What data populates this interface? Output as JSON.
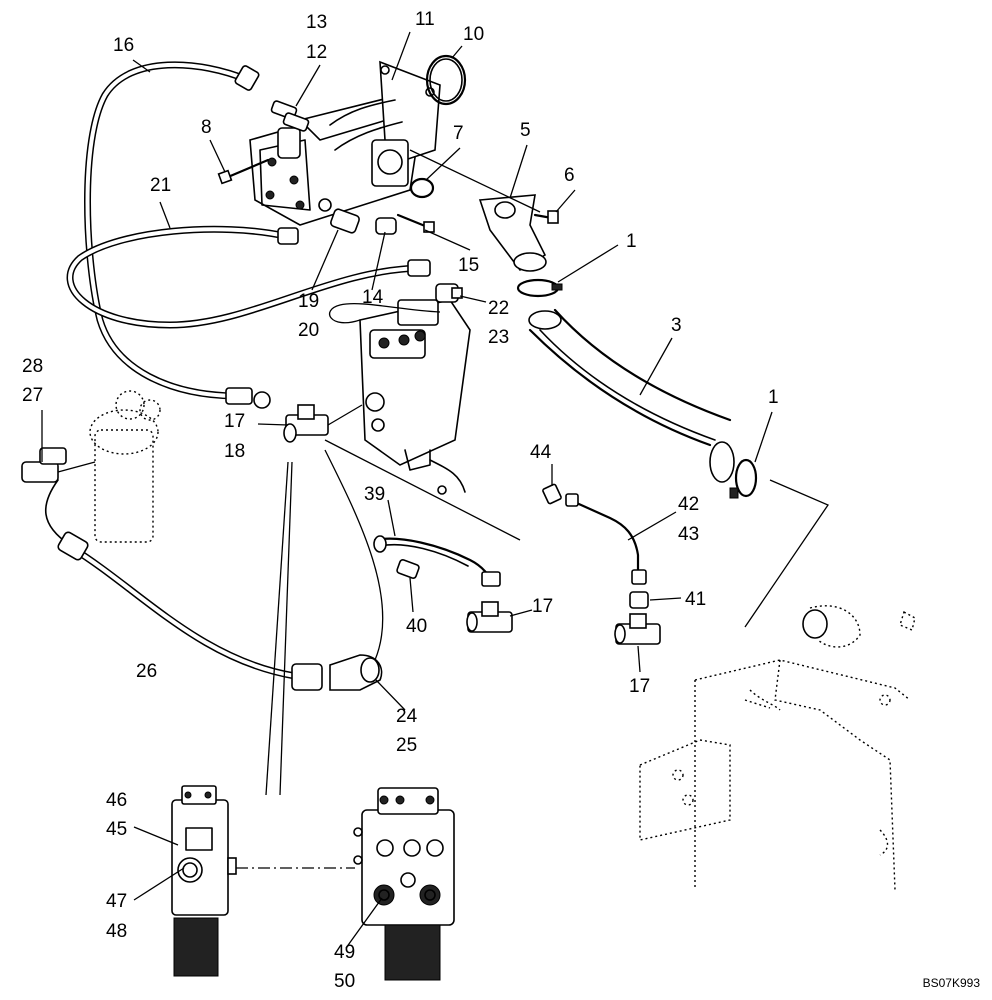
{
  "callouts": {
    "c1a": "1",
    "c1b": "1",
    "c3": "3",
    "c5": "5",
    "c6": "6",
    "c7": "7",
    "c8": "8",
    "c10": "10",
    "c11": "11",
    "c12": "12",
    "c13": "13",
    "c14": "14",
    "c15": "15",
    "c16": "16",
    "c17a": "17",
    "c17b": "17",
    "c17c": "17",
    "c18": "18",
    "c19": "19",
    "c20": "20",
    "c21": "21",
    "c22": "22",
    "c23": "23",
    "c24": "24",
    "c25": "25",
    "c26": "26",
    "c27": "27",
    "c28": "28",
    "c39": "39",
    "c40": "40",
    "c41": "41",
    "c42": "42",
    "c43": "43",
    "c44": "44",
    "c45": "45",
    "c46": "46",
    "c47": "47",
    "c48": "48",
    "c49": "49",
    "c50": "50"
  },
  "drawing_code": "BS07K993"
}
